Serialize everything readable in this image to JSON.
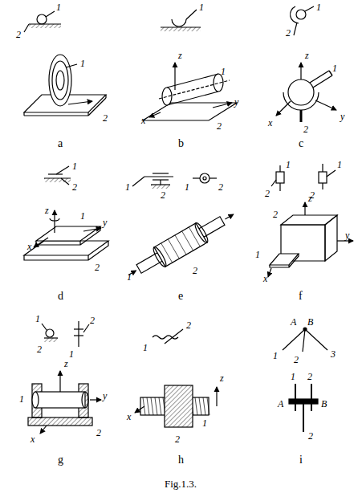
{
  "diagram": {
    "caption": "Fig.1.3.",
    "labels": [
      "1",
      "2",
      "1",
      "2",
      "a",
      "1",
      "z",
      "1",
      "y",
      "x",
      "2",
      "b",
      "1",
      "2",
      "z",
      "1",
      "x",
      "2",
      "y",
      "c",
      "1",
      "2",
      "z",
      "1",
      "x",
      "y",
      "2",
      "d",
      "1",
      "2",
      "1",
      "2",
      "1",
      "2",
      "e",
      "1",
      "2",
      "1",
      "2",
      "z",
      "2",
      "y",
      "1",
      "x",
      "f",
      "1",
      "2",
      "2",
      "1",
      "z",
      "1",
      "y",
      "2",
      "x",
      "g",
      "1",
      "2",
      "z",
      "x",
      "2",
      "1",
      "h",
      "A",
      "B",
      "1",
      "2",
      "3",
      "1",
      "2",
      "A",
      "B",
      "2",
      "i"
    ]
  }
}
